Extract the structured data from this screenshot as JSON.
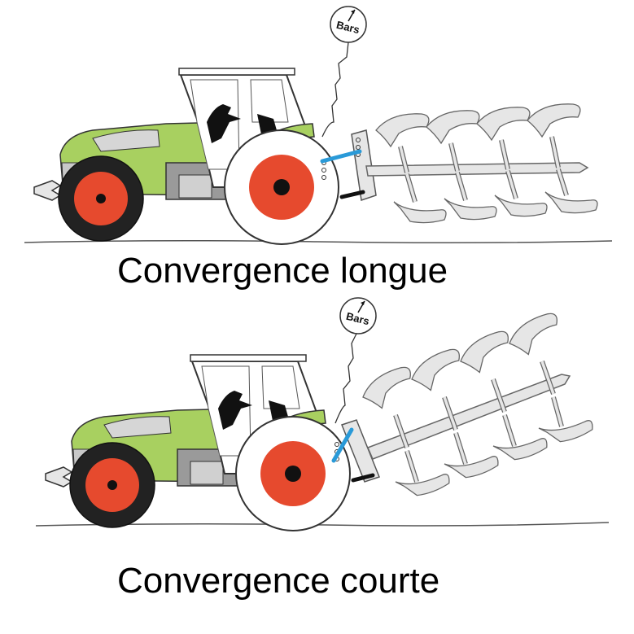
{
  "panels": [
    {
      "caption": "Convergence longue",
      "gauge_label": "Bars"
    },
    {
      "caption": "Convergence courte",
      "gauge_label": "Bars"
    }
  ],
  "colors": {
    "body_green": "#a8d060",
    "body_grey": "#c8c8c8",
    "wheel_red": "#e64a2e",
    "hub": "#111111",
    "link_blue": "#2a9ad8",
    "plough_grey": "#e6e6e6",
    "outline": "#333333"
  },
  "icons": [
    "pressure-gauge-icon",
    "tractor",
    "plough"
  ]
}
